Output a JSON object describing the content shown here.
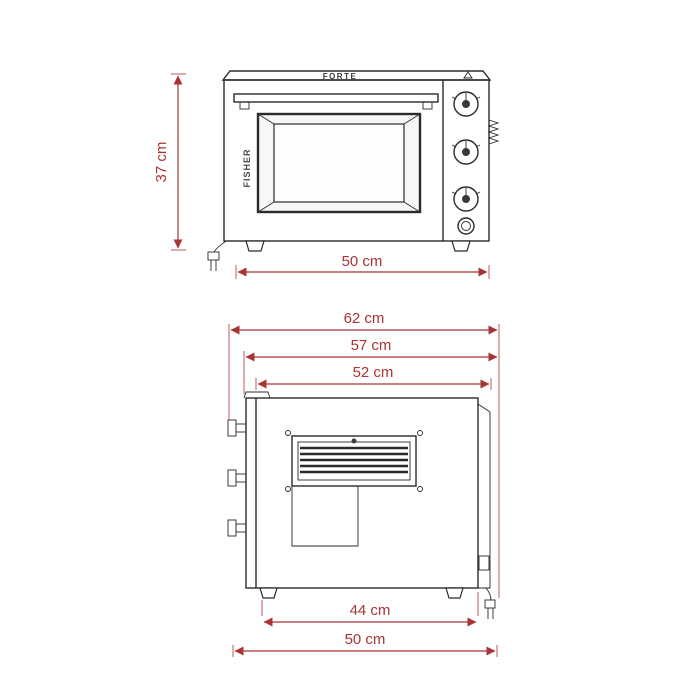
{
  "diagram": {
    "brand_top": "FORTE",
    "brand_side": "FISHER",
    "front": {
      "height_label": "37 cm",
      "width_label": "50 cm"
    },
    "side": {
      "depth_total_label": "62 cm",
      "depth_handle_label": "57 cm",
      "depth_body_label": "52 cm",
      "depth_feet_label": "44 cm",
      "depth_base_label": "50 cm"
    },
    "colors": {
      "dimension_red": "#a93434",
      "drawing_dark": "#2b2b2b",
      "background": "#ffffff"
    }
  }
}
